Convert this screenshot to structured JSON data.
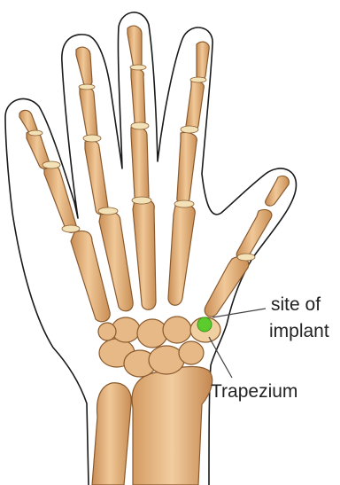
{
  "annotations": {
    "implant_line1": "site of",
    "implant_line2": "implant",
    "trapezium": "Trapezium"
  },
  "colors": {
    "bone_fill": "#E7B987",
    "bone_shade": "#C98E55",
    "bone_stroke": "#8A5A2E",
    "joint_cap": "#F3E2B8",
    "implant_marker": "#5CCB2E",
    "outline": "#1a1a1a",
    "background": "#ffffff"
  }
}
